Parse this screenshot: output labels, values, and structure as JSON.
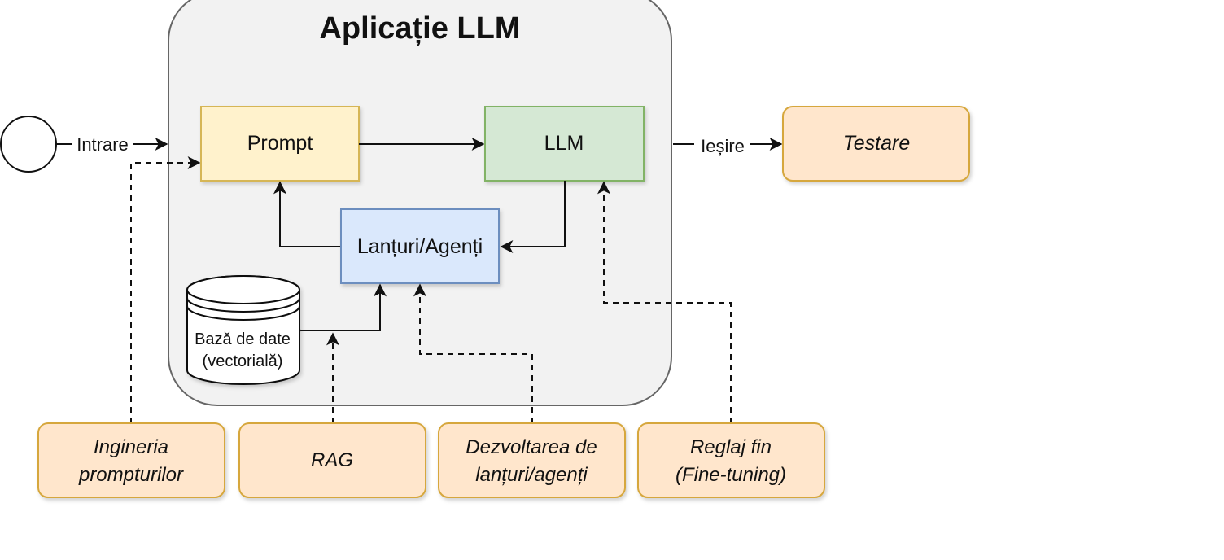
{
  "title": "Aplicație LLM",
  "nodes": {
    "prompt": "Prompt",
    "llm": "LLM",
    "chains": "Lanțuri/Agenți",
    "db_line1": "Bază de date",
    "db_line2": "(vectorială)"
  },
  "edges": {
    "input": "Intrare",
    "output": "Ieșire"
  },
  "activities": {
    "testing": "Testare",
    "prompt_eng_line1": "Ingineria",
    "prompt_eng_line2": "prompturilor",
    "rag": "RAG",
    "chain_dev_line1": "Dezvoltarea de",
    "chain_dev_line2": "lanțuri/agenți",
    "finetune_line1": "Reglaj fin",
    "finetune_line2": "(Fine-tuning)"
  },
  "colors": {
    "container_fill": "#f2f2f2",
    "container_stroke": "#666666",
    "prompt_fill": "#fff2cc",
    "prompt_stroke": "#d6b656",
    "llm_fill": "#d5e8d4",
    "llm_stroke": "#82b366",
    "chains_fill": "#dae8fc",
    "chains_stroke": "#6c8ebf",
    "activity_fill": "#ffe6cc",
    "activity_stroke": "#d6a73c"
  }
}
